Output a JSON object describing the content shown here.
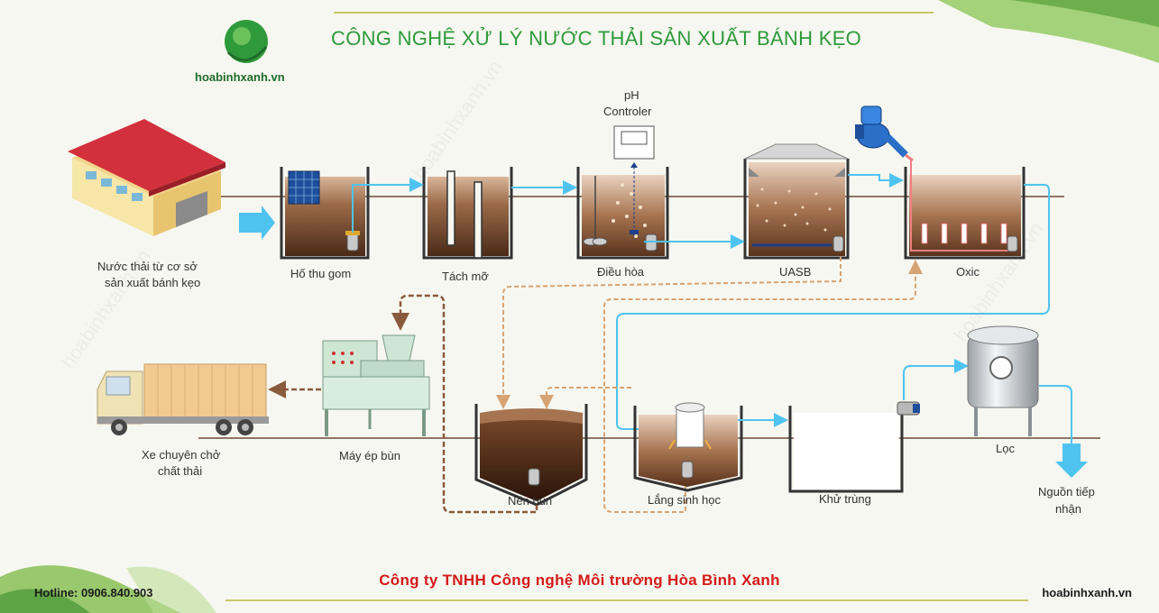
{
  "header": {
    "title": "CÔNG NGHỆ XỬ LÝ NƯỚC THẢI SẢN XUẤT BÁNH KẸO",
    "brand": "hoabinhxanh.vn"
  },
  "labels": {
    "source_line1": "Nước thải từ cơ sở",
    "source_line2": "sản xuất bánh kẹo",
    "ho_thu_gom": "Hố thu gom",
    "tach_mo": "Tách mỡ",
    "dieu_hoa": "Điều hòa",
    "ph_line1": "pH",
    "ph_line2": "Controler",
    "uasb": "UASB",
    "oxic": "Oxic",
    "nen_bun": "Nén bùn",
    "lang_sinh_hoc": "Lắng sinh học",
    "khu_trung": "Khử trùng",
    "loc": "Lọc",
    "nguon_line1": "Nguồn tiếp",
    "nguon_line2": "nhận",
    "may_ep_bun": "Máy ép bùn",
    "xe_line1": "Xe chuyên chở",
    "xe_line2": "chất thải"
  },
  "footer": {
    "company": "Công ty TNHH Công nghệ Môi trường Hòa Bình Xanh",
    "hotline": "Hotline: 0906.840.903",
    "website": "hoabinhxanh.vn"
  },
  "colors": {
    "title_green": "#2e9a3a",
    "company_red": "#d41a1a",
    "water_blue": "#4fc3f0",
    "sludge_brown": "#8a5a3c",
    "return_tan": "#d6a373",
    "tank_water": "#7a4a2a"
  },
  "icons": [
    "logo-icon",
    "factory-icon",
    "arrow-right-icon",
    "solar-panel-icon",
    "pump-icon",
    "ph-controller-icon",
    "blower-icon",
    "mixer-icon",
    "filter-tank-icon",
    "arrow-down-icon",
    "sludge-press-icon",
    "truck-icon"
  ]
}
